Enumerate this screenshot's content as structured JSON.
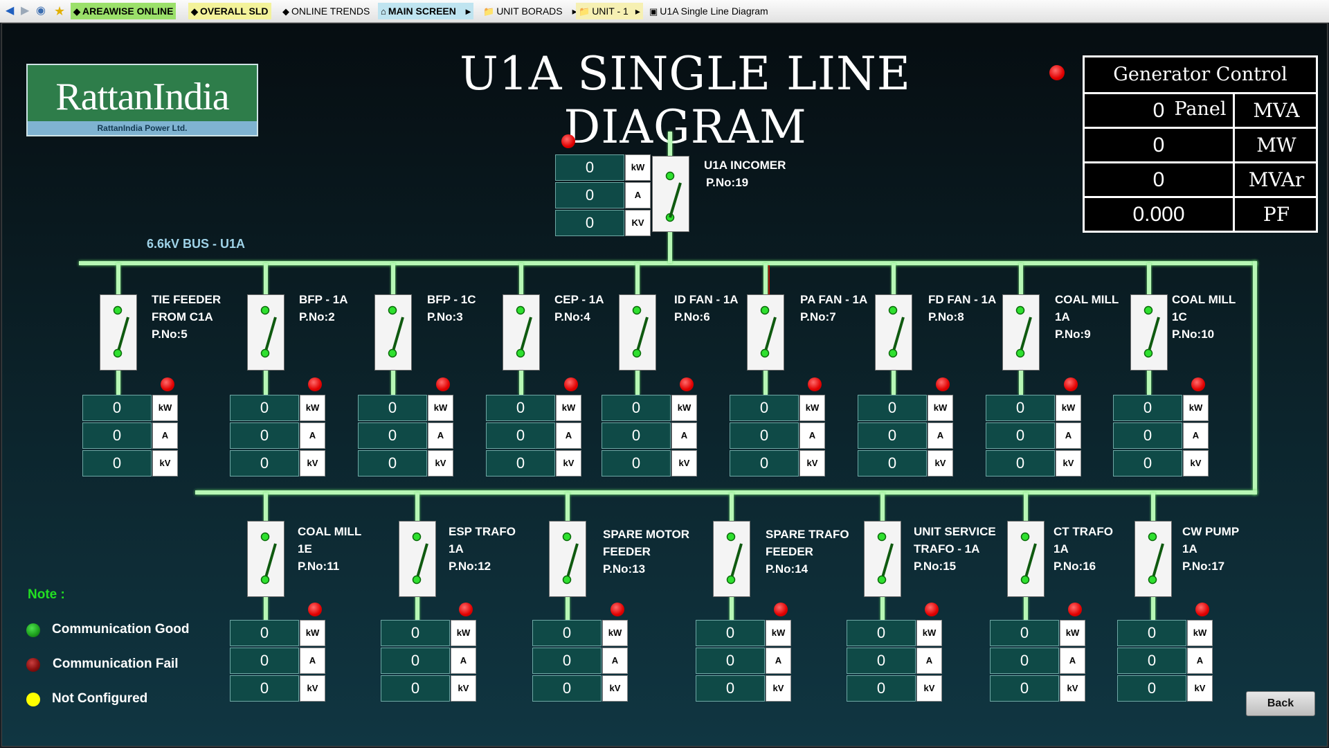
{
  "nav": {
    "areawise": "AREAWISE ONLINE",
    "overall_sld": "OVERALL SLD",
    "online_trends": "ONLINE TRENDS",
    "main_screen": "MAIN SCREEN",
    "unit_boards": "UNIT BORADS",
    "unit_1": "UNIT - 1",
    "current": "U1A Single Line Diagram"
  },
  "logo": {
    "name": "RattanIndia",
    "sub": "RattanIndia Power Ltd."
  },
  "title": "U1A SINGLE LINE DIAGRAM",
  "gcp": {
    "title": "Generator Control Panel",
    "rows": [
      {
        "value": "0",
        "unit": "MVA"
      },
      {
        "value": "0",
        "unit": "MW"
      },
      {
        "value": "0",
        "unit": "MVAr"
      },
      {
        "value": "0.000",
        "unit": "PF"
      }
    ]
  },
  "incomer": {
    "name": "U1A INCOMER",
    "pno": "P.No:19",
    "meter": [
      {
        "v": "0",
        "u": "kW"
      },
      {
        "v": "0",
        "u": "A"
      },
      {
        "v": "0",
        "u": "KV"
      }
    ]
  },
  "bus_label": "6.6kV BUS - U1A",
  "feeders_top": [
    {
      "l1": "TIE FEEDER",
      "l2": "FROM C1A",
      "l3": "P.No:5",
      "m": [
        "0",
        "0",
        "0"
      ],
      "u": [
        "kW",
        "A",
        "kV"
      ]
    },
    {
      "l1": "BFP - 1A",
      "l2": "P.No:2",
      "l3": "",
      "m": [
        "0",
        "0",
        "0"
      ],
      "u": [
        "kW",
        "A",
        "kV"
      ]
    },
    {
      "l1": "BFP - 1C",
      "l2": "P.No:3",
      "l3": "",
      "m": [
        "0",
        "0",
        "0"
      ],
      "u": [
        "kW",
        "A",
        "kV"
      ]
    },
    {
      "l1": "CEP - 1A",
      "l2": "P.No:4",
      "l3": "",
      "m": [
        "0",
        "0",
        "0"
      ],
      "u": [
        "kW",
        "A",
        "kV"
      ]
    },
    {
      "l1": "ID FAN - 1A",
      "l2": "P.No:6",
      "l3": "",
      "m": [
        "0",
        "0",
        "0"
      ],
      "u": [
        "kW",
        "A",
        "kV"
      ]
    },
    {
      "l1": "PA FAN - 1A",
      "l2": "P.No:7",
      "l3": "",
      "m": [
        "0",
        "0",
        "0"
      ],
      "u": [
        "kW",
        "A",
        "kV"
      ]
    },
    {
      "l1": "FD FAN - 1A",
      "l2": "P.No:8",
      "l3": "",
      "m": [
        "0",
        "0",
        "0"
      ],
      "u": [
        "kW",
        "A",
        "kV"
      ]
    },
    {
      "l1": "COAL MILL",
      "l2": "1A",
      "l3": "P.No:9",
      "m": [
        "0",
        "0",
        "0"
      ],
      "u": [
        "kW",
        "A",
        "kV"
      ]
    },
    {
      "l1": "COAL MILL",
      "l2": "1C",
      "l3": "P.No:10",
      "m": [
        "0",
        "0",
        "0"
      ],
      "u": [
        "kW",
        "A",
        "kV"
      ]
    }
  ],
  "feeders_bottom": [
    {
      "l1": "COAL MILL",
      "l2": "1E",
      "l3": "P.No:11",
      "m": [
        "0",
        "0",
        "0"
      ],
      "u": [
        "kW",
        "A",
        "kV"
      ]
    },
    {
      "l1": "ESP TRAFO",
      "l2": "1A",
      "l3": "P.No:12",
      "m": [
        "0",
        "0",
        "0"
      ],
      "u": [
        "kW",
        "A",
        "kV"
      ]
    },
    {
      "l1": "SPARE MOTOR",
      "l2": "FEEDER",
      "l3": "P.No:13",
      "m": [
        "0",
        "0",
        "0"
      ],
      "u": [
        "kW",
        "A",
        "kV"
      ]
    },
    {
      "l1": "SPARE TRAFO",
      "l2": "FEEDER",
      "l3": "P.No:14",
      "m": [
        "0",
        "0",
        "0"
      ],
      "u": [
        "kW",
        "A",
        "kV"
      ]
    },
    {
      "l1": "UNIT SERVICE",
      "l2": "TRAFO - 1A",
      "l3": "P.No:15",
      "m": [
        "0",
        "0",
        "0"
      ],
      "u": [
        "kW",
        "A",
        "kV"
      ]
    },
    {
      "l1": "CT TRAFO",
      "l2": "1A",
      "l3": "P.No:16",
      "m": [
        "0",
        "0",
        "0"
      ],
      "u": [
        "kW",
        "A",
        "kV"
      ]
    },
    {
      "l1": "CW PUMP",
      "l2": "1A",
      "l3": "P.No:17",
      "m": [
        "0",
        "0",
        "0"
      ],
      "u": [
        "kW",
        "A",
        "kV"
      ]
    }
  ],
  "note": {
    "title": "Note :",
    "items": [
      {
        "label": "Communication Good",
        "color": "#1fa31f"
      },
      {
        "label": "Communication Fail",
        "color": "#8a0f0f"
      },
      {
        "label": "Not Configured",
        "color": "#ffff00"
      }
    ]
  },
  "back_label": "Back",
  "colors": {
    "bus": "#b7f7b5",
    "status_red": "#e10000",
    "meter_bg": "#0f4a47"
  }
}
